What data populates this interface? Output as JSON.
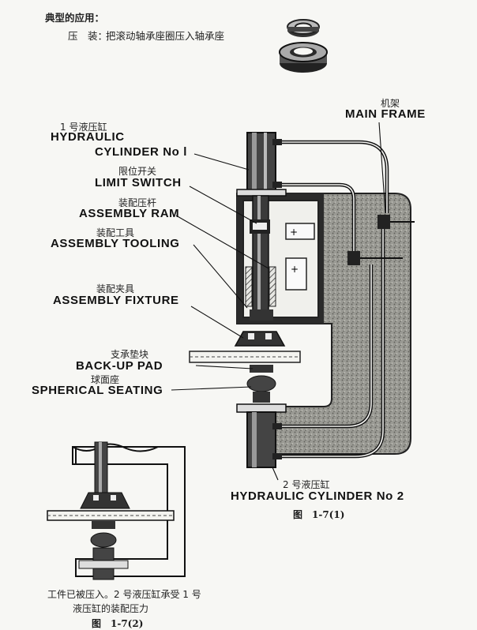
{
  "header": {
    "title": "典型的应用：",
    "item_label": "压　装：",
    "item_desc": "把滚动轴承座圈压入轴承座"
  },
  "labels": {
    "main_frame_cn": "机架",
    "main_frame_en": "MAIN FRAME",
    "cyl1_cn": "1 号液压缸",
    "cyl1_en1": "HYDRAULIC",
    "cyl1_en2": "CYLINDER No l",
    "limit_cn": "限位开关",
    "limit_en": "LIMIT SWITCH",
    "ram_cn": "装配压杆",
    "ram_en": "ASSEMBLY RAM",
    "tooling_cn": "装配工具",
    "tooling_en": "ASSEMBLY TOOLING",
    "fixture_cn": "装配夹具",
    "fixture_en": "ASSEMBLY FIXTURE",
    "backup_cn": "支承垫块",
    "backup_en": "BACK-UP PAD",
    "seat_cn": "球面座",
    "seat_en": "SPHERICAL SEATING",
    "cyl2_cn": "2 号液压缸",
    "cyl2_en": "HYDRAULIC CYLINDER No 2"
  },
  "captions": {
    "fig1": "图　1-7(1)",
    "fig2_line1": "工件已被压入。2 号液压缸承受 1 号",
    "fig2_line2": "液压缸的装配压力",
    "fig2": "图　1-7(2)"
  }
}
